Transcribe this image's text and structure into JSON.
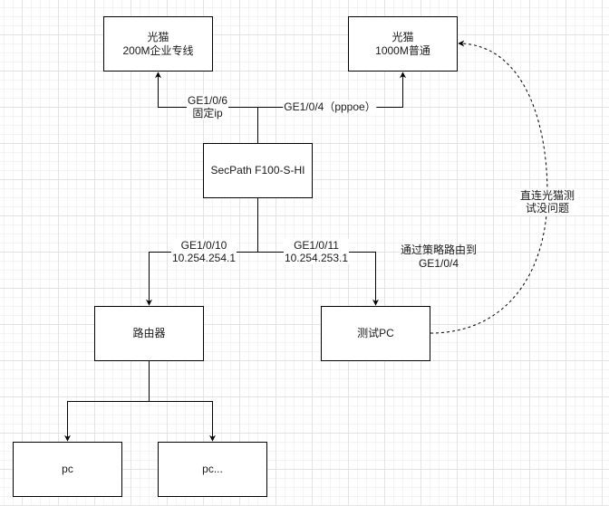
{
  "diagram": {
    "nodes": {
      "modem_enterprise": {
        "label": "光猫\n200M企业专线"
      },
      "modem_normal": {
        "label": "光猫\n1000M普通"
      },
      "firewall": {
        "label": "SecPath F100-S-HI"
      },
      "router": {
        "label": "路由器"
      },
      "test_pc": {
        "label": "测试PC"
      },
      "pc1": {
        "label": "pc"
      },
      "pc2": {
        "label": "pc..."
      }
    },
    "edges": [
      {
        "from": "firewall",
        "to": "modem_enterprise",
        "label": "GE1/0/6\n固定ip",
        "style": "solid"
      },
      {
        "from": "firewall",
        "to": "modem_normal",
        "label": "GE1/0/4（pppoe）",
        "style": "solid"
      },
      {
        "from": "firewall",
        "to": "router",
        "label": "GE1/0/10\n10.254.254.1",
        "style": "solid"
      },
      {
        "from": "firewall",
        "to": "test_pc",
        "label": "GE1/0/11\n10.254.253.1",
        "style": "solid"
      },
      {
        "from": "router",
        "to": "pc1",
        "label": "",
        "style": "solid"
      },
      {
        "from": "router",
        "to": "pc2",
        "label": "",
        "style": "solid"
      },
      {
        "from": "test_pc",
        "to": "modem_normal",
        "label": "直连光猫测试没问题",
        "style": "dashed"
      }
    ],
    "annotations": {
      "policy_route": "通过策略路由到\nGE1/0/4"
    }
  }
}
